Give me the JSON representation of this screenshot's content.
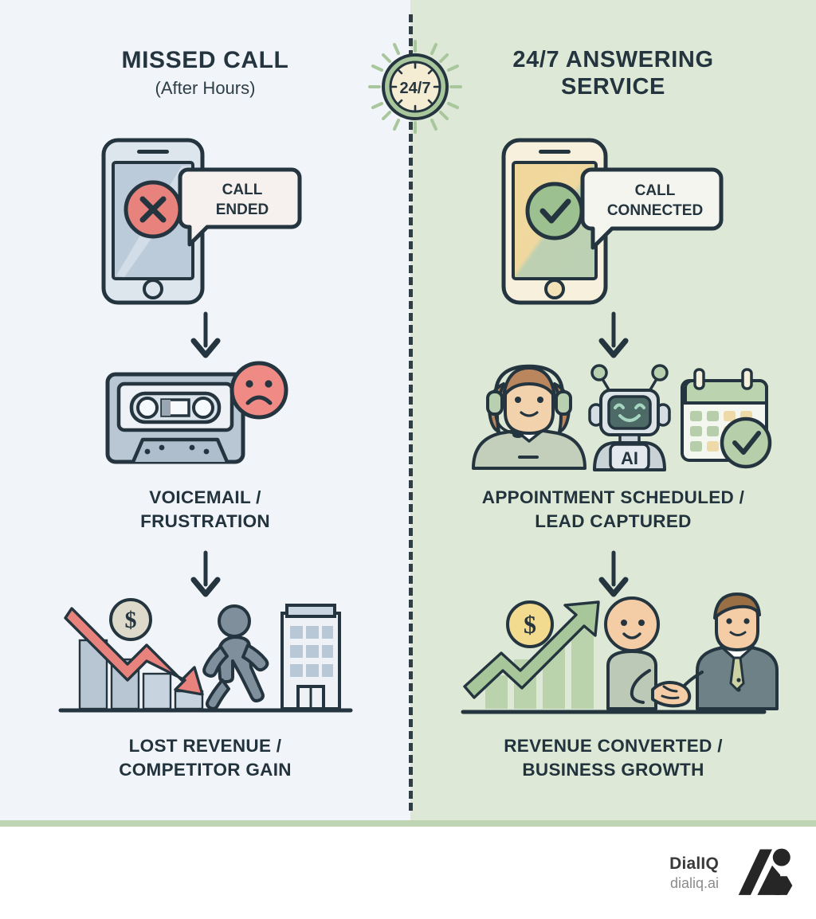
{
  "infographic": {
    "left_panel": {
      "title": "MISSED CALL",
      "subtitle": "(After Hours)",
      "background_color": "#f1f4f8",
      "accent_color": "#e8827c",
      "stages": [
        {
          "id": "phone-call-ended",
          "icon": "smartphone-icon",
          "badge_icon": "x-circle-icon",
          "bubble_line1": "CALL",
          "bubble_line2": "ENDED",
          "label": ""
        },
        {
          "id": "voicemail",
          "icon": "cassette-tape-icon",
          "badge_icon": "sad-face-icon",
          "label_line1": "VOICEMAIL /",
          "label_line2": "FRUSTRATION"
        },
        {
          "id": "lost-revenue",
          "icon": "declining-chart-icon",
          "extra_icons": [
            "dollar-coin-icon",
            "walking-person-icon",
            "office-building-icon"
          ],
          "label_line1": "LOST REVENUE /",
          "label_line2": "COMPETITOR GAIN"
        }
      ]
    },
    "right_panel": {
      "title": "24/7 ANSWERING SERVICE",
      "background_color": "#dde9d6",
      "accent_color": "#8cb383",
      "stages": [
        {
          "id": "phone-call-connected",
          "icon": "smartphone-icon",
          "badge_icon": "check-circle-icon",
          "bubble_line1": "CALL",
          "bubble_line2": "CONNECTED",
          "label": ""
        },
        {
          "id": "appointment-scheduled",
          "icons": [
            "headset-agent-icon",
            "ai-robot-icon",
            "calendar-check-icon"
          ],
          "robot_label": "AI",
          "label_line1": "APPOINTMENT SCHEDULED /",
          "label_line2": "LEAD CAPTURED"
        },
        {
          "id": "revenue-converted",
          "icon": "rising-chart-icon",
          "extra_icons": [
            "dollar-coin-icon",
            "handshake-icon"
          ],
          "label_line1": "REVENUE CONVERTED /",
          "label_line2": "BUSINESS GROWTH"
        }
      ]
    },
    "center_badge": {
      "icon": "clock-icon",
      "text": "24/7"
    },
    "divider": {
      "style": "dashed-vertical",
      "color": "#2d3e48"
    }
  },
  "footer": {
    "brand_name": "DialIQ",
    "brand_url": "dialiq.ai",
    "logo_icon": "dialiq-logo-icon",
    "logo_color": "#262626"
  }
}
